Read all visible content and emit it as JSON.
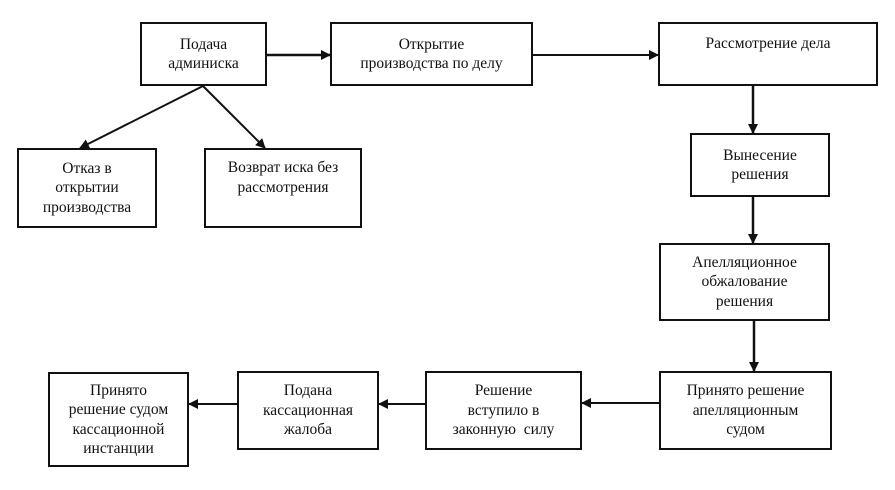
{
  "diagram": {
    "nodes": {
      "filing": {
        "lines": [
          "Подача",
          "админиска"
        ]
      },
      "opening": {
        "lines": [
          "Открытие",
          "производства по делу"
        ]
      },
      "review": {
        "lines": [
          "Рассмотрение дела"
        ]
      },
      "refusal": {
        "lines": [
          "Отказ в",
          "открытии",
          "производства"
        ]
      },
      "return": {
        "lines": [
          "Возврат иска без",
          "рассмотрения"
        ]
      },
      "decision": {
        "lines": [
          "Вынесение",
          "решения"
        ]
      },
      "appeal": {
        "lines": [
          "Апелляционное",
          "обжалование",
          "решения"
        ]
      },
      "appeal_ruling": {
        "lines": [
          "Принято решение",
          "апелляционным",
          "судом"
        ]
      },
      "in_force": {
        "lines": [
          "Решение",
          "вступило в",
          "законную  силу"
        ]
      },
      "cassation_filed": {
        "lines": [
          "Подана",
          "кассационная",
          "жалоба"
        ]
      },
      "cassation_ruling": {
        "lines": [
          "Принято",
          "решение судом",
          "кассационной",
          "инстанции"
        ]
      }
    },
    "edges": [
      {
        "from": "filing",
        "to": "opening"
      },
      {
        "from": "opening",
        "to": "review"
      },
      {
        "from": "filing",
        "to": "refusal"
      },
      {
        "from": "filing",
        "to": "return"
      },
      {
        "from": "review",
        "to": "decision"
      },
      {
        "from": "decision",
        "to": "appeal"
      },
      {
        "from": "appeal",
        "to": "appeal_ruling"
      },
      {
        "from": "appeal_ruling",
        "to": "in_force"
      },
      {
        "from": "in_force",
        "to": "cassation_filed"
      },
      {
        "from": "cassation_filed",
        "to": "cassation_ruling"
      }
    ]
  }
}
